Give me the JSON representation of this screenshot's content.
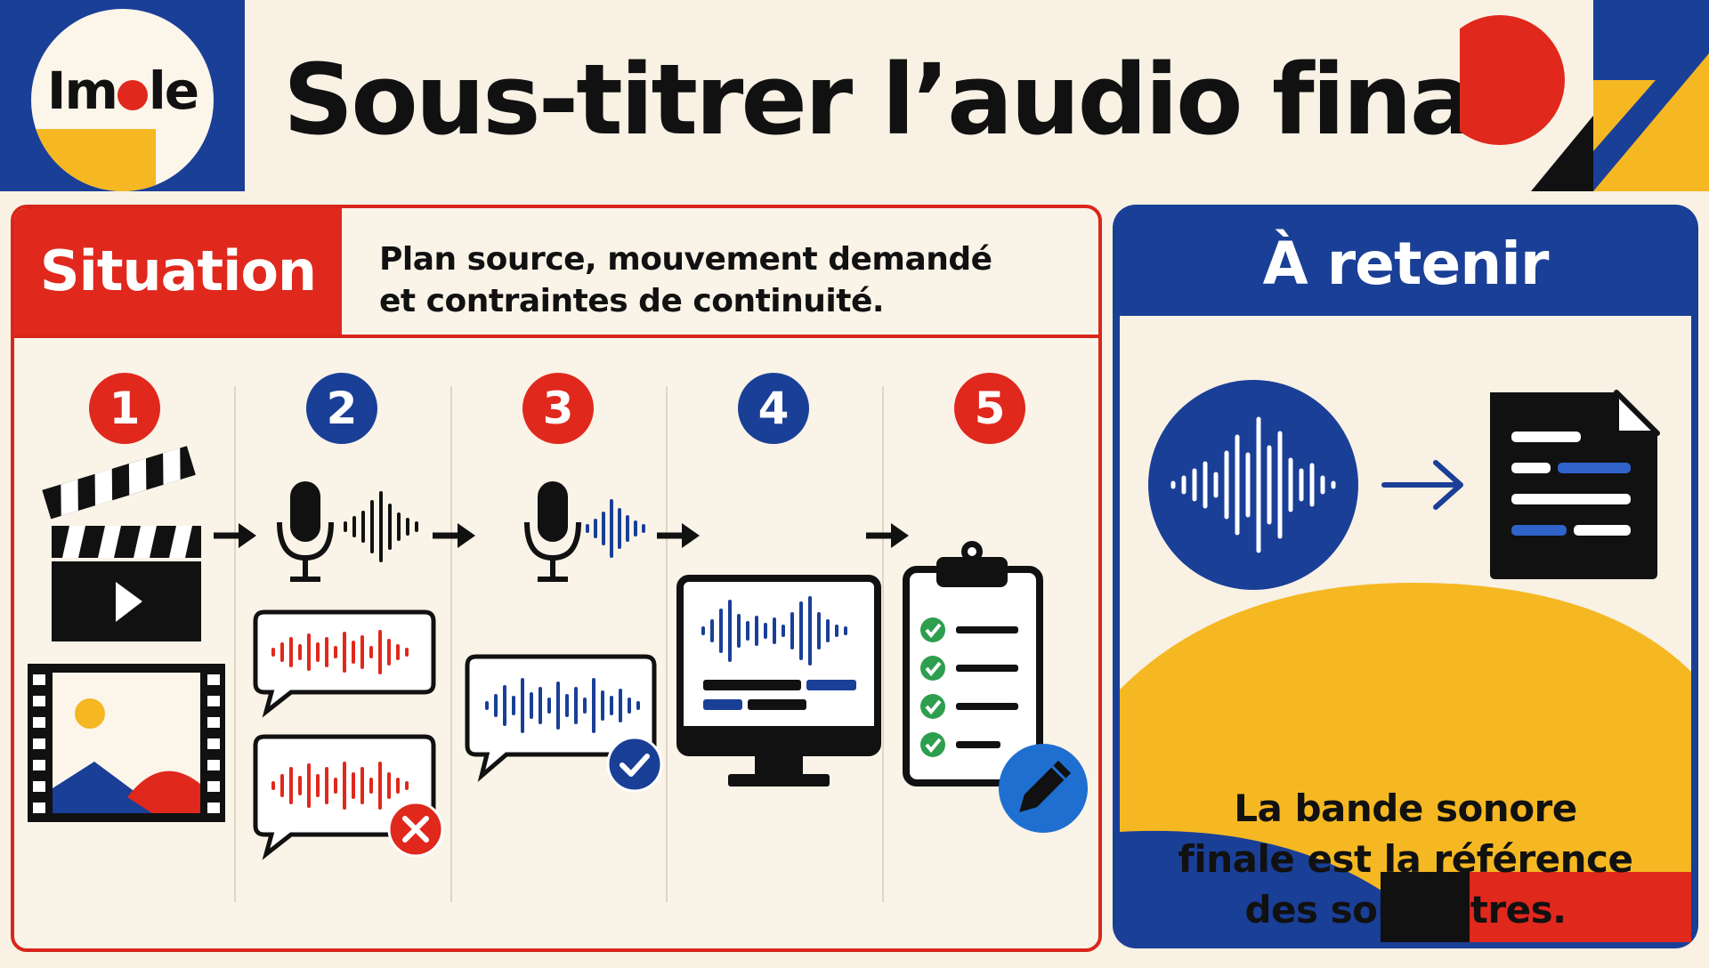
{
  "header": {
    "logo_text": "Imole",
    "title": "Sous-titrer l’audio final"
  },
  "situation": {
    "label": "Situation",
    "description_line1": "Plan source, mouvement demandé",
    "description_line2": "et contraintes de continuité."
  },
  "steps": [
    {
      "number": "1",
      "color": "#e0281d"
    },
    {
      "number": "2",
      "color": "#1a3f97"
    },
    {
      "number": "3",
      "color": "#e0281d"
    },
    {
      "number": "4",
      "color": "#1a3f97"
    },
    {
      "number": "5",
      "color": "#e0281d"
    }
  ],
  "retenir": {
    "title": "À retenir",
    "line1": "La bande sonore",
    "line2": "finale est la référence",
    "line3": "des sous-titres."
  },
  "colors": {
    "red": "#e0281d",
    "blue": "#1a3f97",
    "yellow": "#f5b823",
    "cream": "#f8f1e4",
    "black": "#111111"
  },
  "icons": [
    "clapperboard-icon",
    "film-image-icon",
    "microphone-icon",
    "sound-wave-icon",
    "speech-bubble-icon",
    "error-x-icon",
    "check-icon",
    "monitor-icon",
    "clipboard-checklist-icon",
    "pencil-icon",
    "arrow-right-icon",
    "document-icon"
  ]
}
